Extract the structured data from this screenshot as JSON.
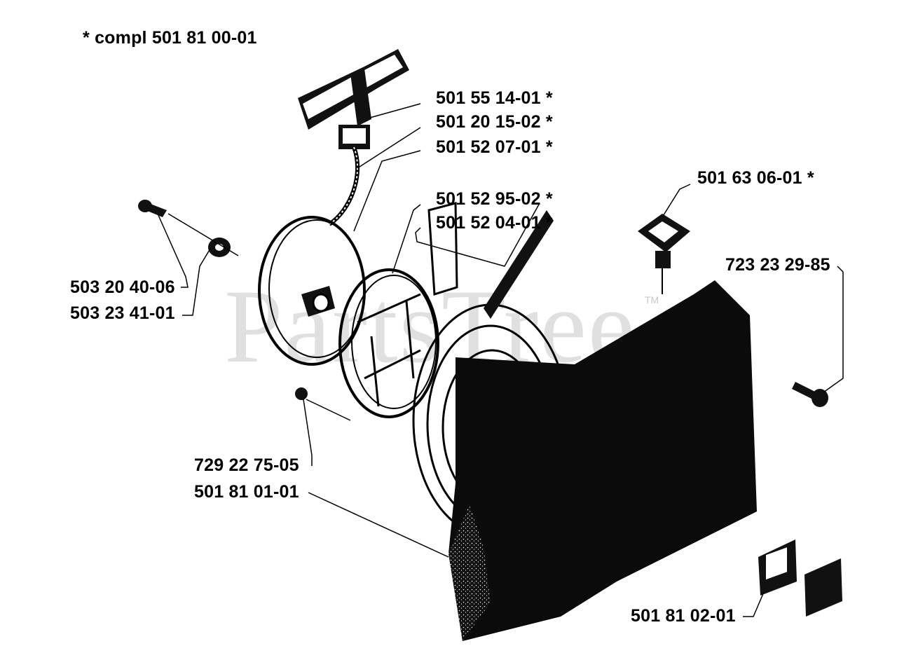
{
  "header": {
    "note": "*  compl 501 81 00-01"
  },
  "watermark": {
    "text": "PartsTree",
    "tm": "TM"
  },
  "parts": [
    {
      "id": "p1",
      "label": "501 55 14-01  *"
    },
    {
      "id": "p2",
      "label": "501 20 15-02  *"
    },
    {
      "id": "p3",
      "label": "501 52 07-01  *"
    },
    {
      "id": "p4",
      "label": "501 52 95-02  *"
    },
    {
      "id": "p5",
      "label": "501 52 04-01  *"
    },
    {
      "id": "p6",
      "label": "501 63 06-01  *"
    },
    {
      "id": "p7",
      "label": "723 23 29-85"
    },
    {
      "id": "p8",
      "label": "503 20 40-06"
    },
    {
      "id": "p9",
      "label": "503 23 41-01"
    },
    {
      "id": "p10",
      "label": "729 22 75-05"
    },
    {
      "id": "p11",
      "label": "501 81 01-01"
    },
    {
      "id": "p12",
      "label": "501 81 02-01"
    }
  ]
}
